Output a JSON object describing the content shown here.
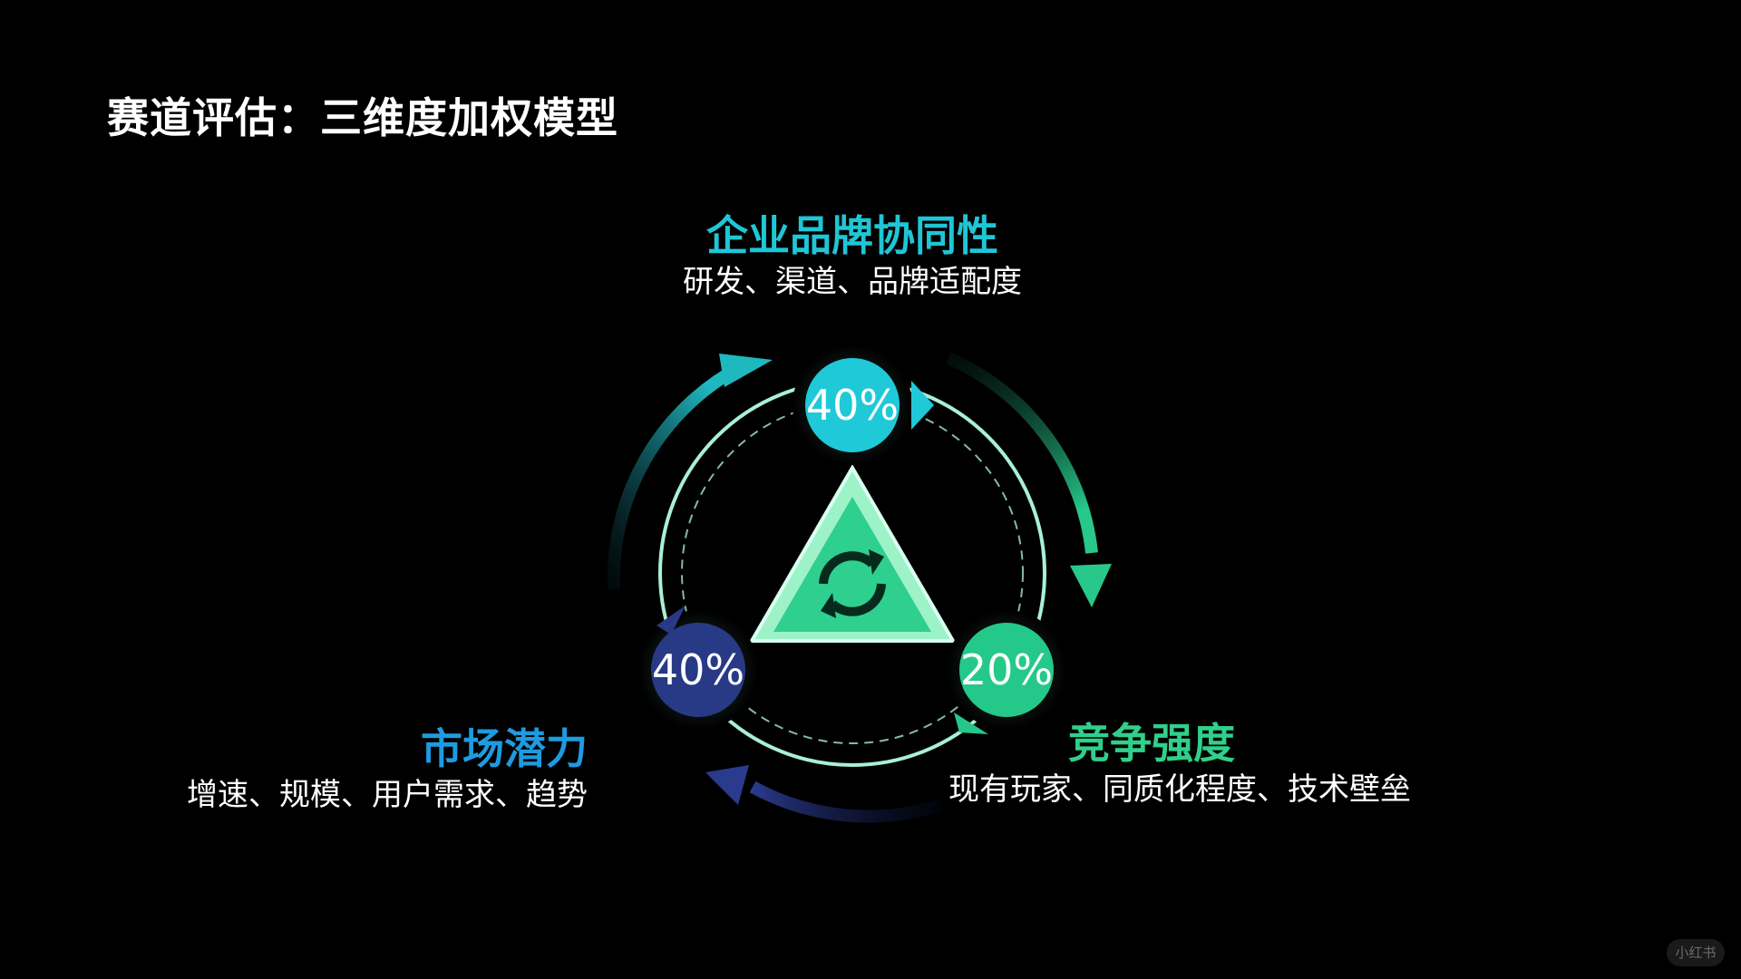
{
  "page": {
    "title": "赛道评估：三维度加权模型"
  },
  "dimensions": [
    {
      "key": "brand",
      "name": "企业品牌协同性",
      "desc": "研发、渠道、品牌适配度",
      "weight": "40%",
      "color": "#20c9d8"
    },
    {
      "key": "market",
      "name": "市场潜力",
      "desc": "增速、规模、用户需求、趋势",
      "weight": "40%",
      "color": "#283a86"
    },
    {
      "key": "competition",
      "name": "竞争强度",
      "desc": "现有玩家、同质化程度、技术壁垒",
      "weight": "20%",
      "color": "#24c98a"
    }
  ],
  "center": {
    "icon": "refresh-cycle-icon",
    "color": "#2ecf8f"
  },
  "watermark": "小红书"
}
